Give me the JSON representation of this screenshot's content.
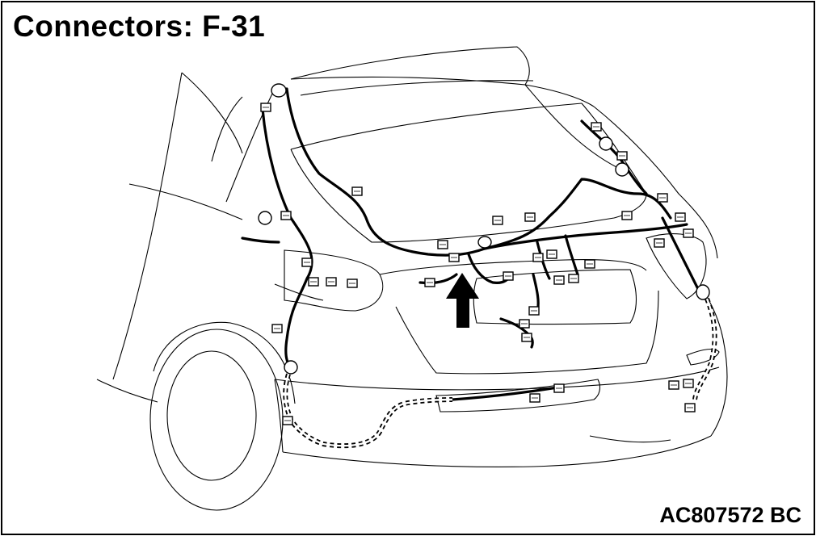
{
  "diagram": {
    "title": "Connectors: F-31",
    "figure_id": "AC807572 BC",
    "components": {
      "vehicle": "hatchback-rear-body",
      "target_indicator": "arrow-up",
      "harness_main": "wire-harness",
      "harness_corrugated": "corrugated-tube-harness"
    }
  }
}
